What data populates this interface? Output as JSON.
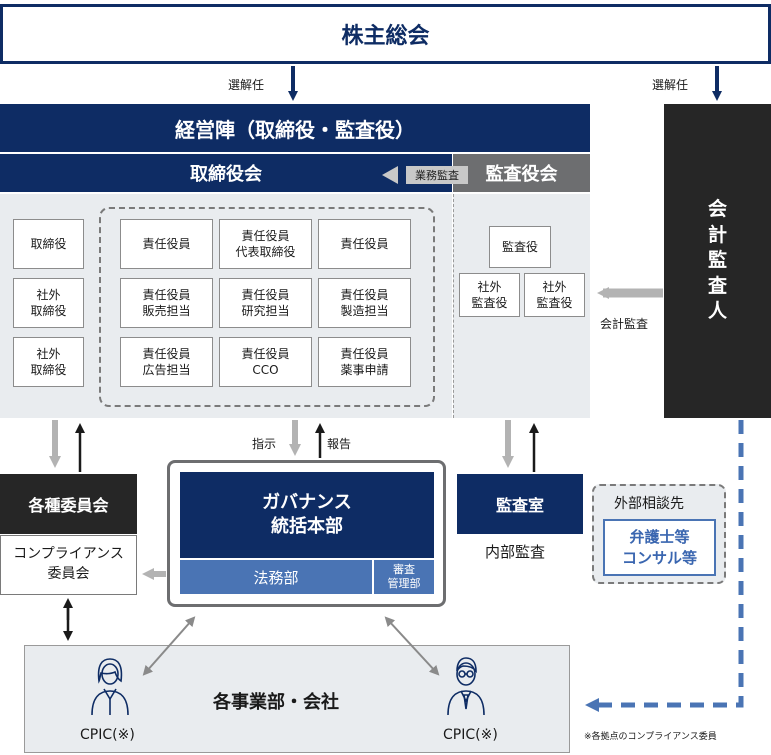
{
  "shareholders": "株主総会",
  "appoint_left": "選解任",
  "appoint_right": "選解任",
  "management": "経営陣（取締役・監査役）",
  "board": "取締役会",
  "audit_board": "監査役会",
  "business_audit": "業務監査",
  "directors": [
    "取締役",
    "社外\n取締役",
    "社外\n取締役"
  ],
  "officers": [
    "責任役員",
    "責任役員\n代表取締役",
    "責任役員",
    "責任役員\n販売担当",
    "責任役員\n研究担当",
    "責任役員\n製造担当",
    "責任役員\n広告担当",
    "責任役員\nCCO",
    "責任役員\n薬事申請"
  ],
  "auditors": [
    "監査役",
    "社外\n監査役",
    "社外\n監査役"
  ],
  "accounting_auditor": "会\n計\n監\n査\n人",
  "accounting_audit": "会計監査",
  "instruct": "指示",
  "report": "報告",
  "committees": "各種委員会",
  "compliance_committee": "コンプライアンス\n委員会",
  "governance": "ガバナンス\n統括本部",
  "legal": "法務部",
  "review": "審査\n管理部",
  "audit_office": "監査室",
  "internal_audit": "内部監査",
  "external_consult": "外部相談先",
  "lawyers": "弁護士等\nコンサル等",
  "divisions": "各事業部・会社",
  "cpic_left": "CPIC(※)",
  "cpic_right": "CPIC(※)",
  "footnote": "※各拠点のコンプライアンス委員"
}
